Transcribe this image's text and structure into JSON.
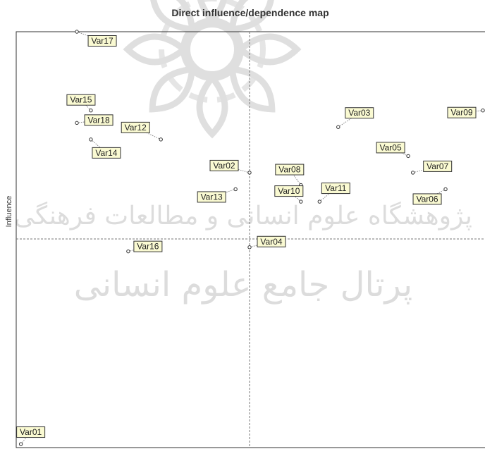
{
  "chart_data": {
    "type": "scatter",
    "title": "Direct influence/dependence map",
    "xlabel": "",
    "ylabel": "Influence",
    "xlim": [
      0,
      100
    ],
    "ylim": [
      0,
      100
    ],
    "midlines": {
      "x": 50,
      "y": 50
    },
    "grid": false,
    "legend": "none",
    "points": [
      {
        "label": "Var01",
        "x": 1,
        "y": 0.5
      },
      {
        "label": "Var02",
        "x": 50,
        "y": 66
      },
      {
        "label": "Var03",
        "x": 69,
        "y": 77
      },
      {
        "label": "Var04",
        "x": 50,
        "y": 48
      },
      {
        "label": "Var05",
        "x": 84,
        "y": 70
      },
      {
        "label": "Var06",
        "x": 92,
        "y": 62
      },
      {
        "label": "Var07",
        "x": 85,
        "y": 66
      },
      {
        "label": "Var08",
        "x": 61,
        "y": 63
      },
      {
        "label": "Var09",
        "x": 100,
        "y": 81
      },
      {
        "label": "Var10",
        "x": 61,
        "y": 59
      },
      {
        "label": "Var11",
        "x": 65,
        "y": 59
      },
      {
        "label": "Var12",
        "x": 31,
        "y": 74
      },
      {
        "label": "Var13",
        "x": 47,
        "y": 62
      },
      {
        "label": "Var14",
        "x": 16,
        "y": 74
      },
      {
        "label": "Var15",
        "x": 16,
        "y": 81
      },
      {
        "label": "Var16",
        "x": 24,
        "y": 47
      },
      {
        "label": "Var17",
        "x": 13,
        "y": 100
      },
      {
        "label": "Var18",
        "x": 13,
        "y": 78
      }
    ]
  },
  "watermark": {
    "line1": "پژوهشگاه علوم انسانی و مطالعات فرهنگی",
    "line2": "پرتال جامع علوم انسانی"
  }
}
